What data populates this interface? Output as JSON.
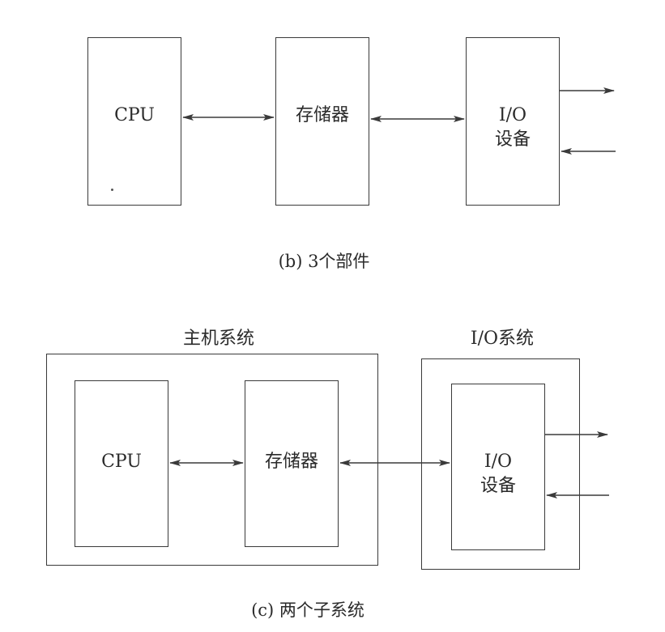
{
  "diagram_b": {
    "cpu": "CPU",
    "memory": "存储器",
    "io_line1": "I/O",
    "io_line2": "设备",
    "caption": "(b) 3个部件"
  },
  "diagram_c": {
    "host_title": "主机系统",
    "io_system_title": "I/O系统",
    "cpu": "CPU",
    "memory": "存储器",
    "io_line1": "I/O",
    "io_line2": "设备",
    "caption": "(c) 两个子系统"
  },
  "colors": {
    "line": "#3a3a3a",
    "text": "#2a2a2a",
    "background": "#ffffff"
  }
}
